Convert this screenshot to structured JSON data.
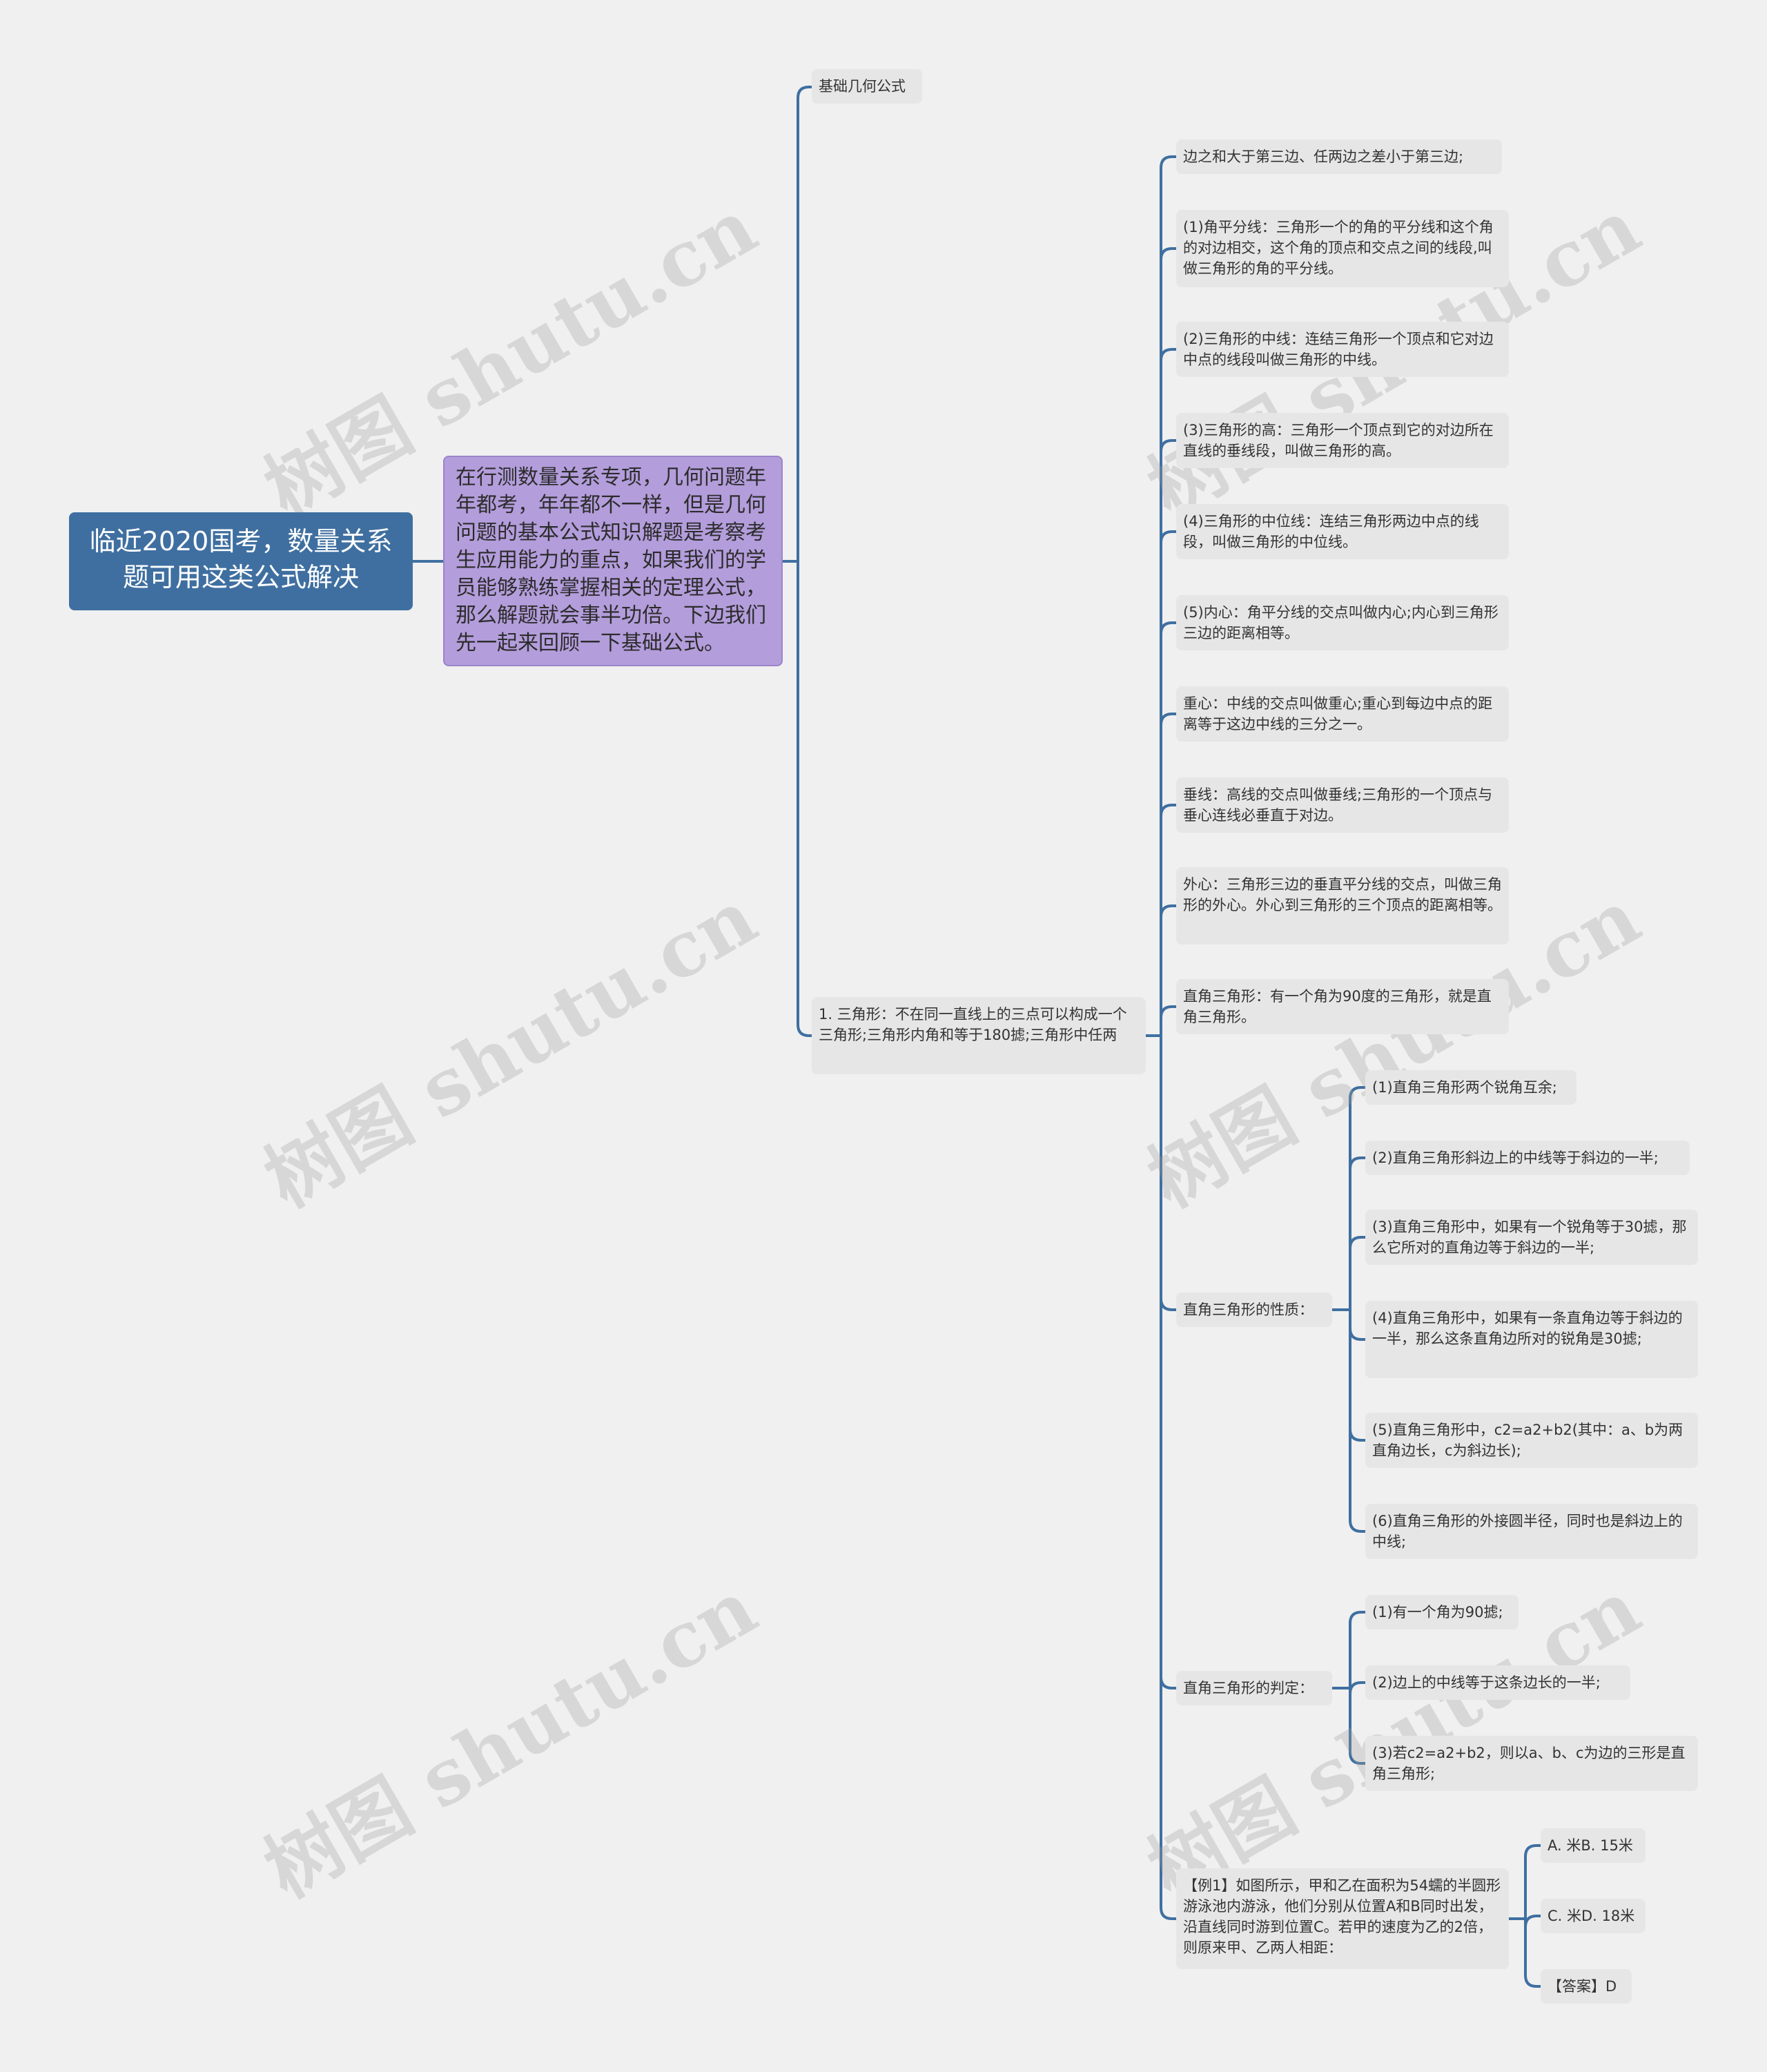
{
  "colors": {
    "background": "#f0f0f0",
    "root": "#3f6fa0",
    "intro": "#b39ddb",
    "node": "#e6e6e6",
    "edge": "#3f6fa0"
  },
  "watermark": "树图 shutu.cn",
  "root": "临近2020国考，数量关系题可用这类公式解决",
  "intro": "在行测数量关系专项，几何问题年年都考，年年都不一样，但是几何问题的基本公式知识解题是考察考生应用能力的重点，如果我们的学员能够熟练掌握相关的定理公式，那么解题就会事半功倍。下边我们先一起来回顾一下基础公式。",
  "branch_basic": "基础几何公式",
  "branch_triangle": "1. 三角形：不在同一直线上的三点可以构成一个三角形;三角形内角和等于180摅;三角形中任两",
  "triangle_items": [
    "边之和大于第三边、任两边之差小于第三边;",
    "(1)角平分线：三角形一个的角的平分线和这个角的对边相交，这个角的顶点和交点之间的线段,叫做三角形的角的平分线。",
    "(2)三角形的中线：连结三角形一个顶点和它对边中点的线段叫做三角形的中线。",
    "(3)三角形的高：三角形一个顶点到它的对边所在直线的垂线段，叫做三角形的高。",
    "(4)三角形的中位线：连结三角形两边中点的线段，叫做三角形的中位线。",
    "(5)内心：角平分线的交点叫做内心;内心到三角形三边的距离相等。",
    "重心：中线的交点叫做重心;重心到每边中点的距离等于这边中线的三分之一。",
    "垂线：高线的交点叫做垂线;三角形的一个顶点与垂心连线必垂直于对边。",
    "外心：三角形三边的垂直平分线的交点，叫做三角形的外心。外心到三角形的三个顶点的距离相等。",
    "直角三角形：有一个角为90度的三角形，就是直角三角形。"
  ],
  "right_props_label": "直角三角形的性质：",
  "right_props": [
    "(1)直角三角形两个锐角互余;",
    "(2)直角三角形斜边上的中线等于斜边的一半;",
    "(3)直角三角形中，如果有一个锐角等于30摅，那么它所对的直角边等于斜边的一半;",
    "(4)直角三角形中，如果有一条直角边等于斜边的一半，那么这条直角边所对的锐角是30摅;",
    "(5)直角三角形中，c2=a2+b2(其中：a、b为两直角边长，c为斜边长);",
    "(6)直角三角形的外接圆半径，同时也是斜边上的中线;"
  ],
  "right_judge_label": "直角三角形的判定：",
  "right_judge": [
    "(1)有一个角为90摅;",
    "(2)边上的中线等于这条边长的一半;",
    "(3)若c2=a2+b2，则以a、b、c为边的三形是直角三角形;"
  ],
  "example_label": "【例1】如图所示，甲和乙在面积为54蠕的半圆形游泳池内游泳，他们分别从位置A和B同时出发，沿直线同时游到位置C。若甲的速度为乙的2倍，则原来甲、乙两人相距：",
  "example_items": [
    "A. 米B. 15米",
    "C. 米D. 18米",
    "【答案】D"
  ]
}
